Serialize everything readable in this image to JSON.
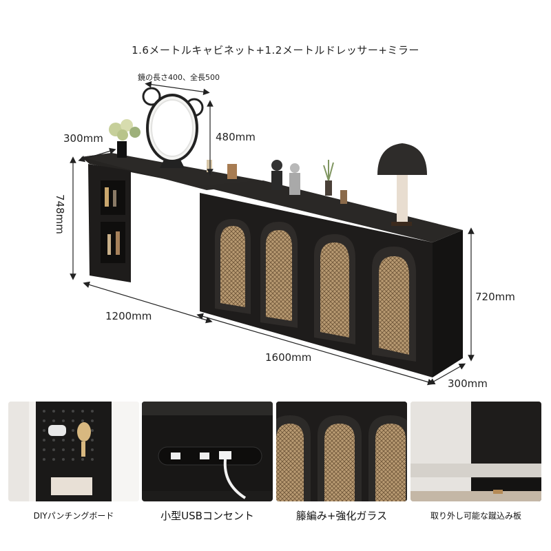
{
  "title": "1.6メートルキャビネット+1.2メートルドレッサー+ミラー",
  "dimensions": {
    "mirror_note": "鏡の長さ400、全長500",
    "mirror_height": "480mm",
    "dresser_depth": "300mm",
    "dresser_height": "748mm",
    "dresser_length": "1200mm",
    "cabinet_length": "1600mm",
    "cabinet_height": "720mm",
    "cabinet_depth": "300mm"
  },
  "features": [
    {
      "caption": "DIYパンチングボード",
      "icon": "pegboard-photo"
    },
    {
      "caption": "小型USBコンセント",
      "icon": "usb-outlet-photo"
    },
    {
      "caption": "籐編み+強化ガラス",
      "icon": "rattan-doors-photo"
    },
    {
      "caption": "取り外し可能な蹴込み板",
      "icon": "kickboard-photo"
    }
  ],
  "colors": {
    "furniture": "#1e1c1b",
    "rattan": "#b89a72",
    "background": "#ffffff"
  }
}
